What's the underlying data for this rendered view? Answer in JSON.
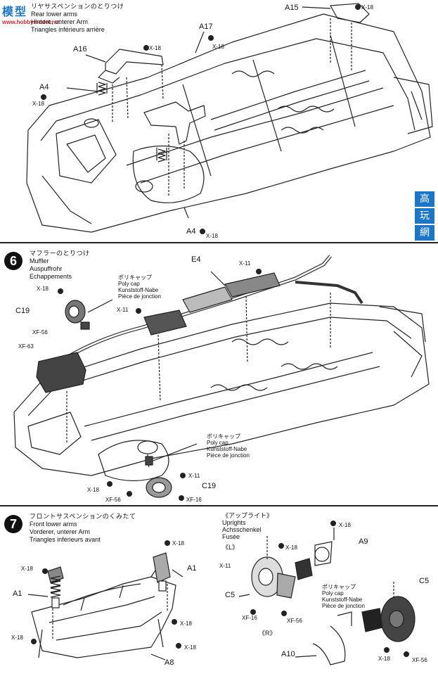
{
  "watermark": {
    "logo_cn": "模型",
    "logo_url": "www.hobbymodel.net",
    "side_chars": [
      "高",
      "玩",
      "網"
    ]
  },
  "step5": {
    "jp": "リヤサスペンションのとりつけ",
    "en": "Rear lower arms",
    "de": "Hintere, unterer Arm",
    "fr": "Triangles inférieurs arrière",
    "labels": {
      "a15": "A15",
      "a17": "A17",
      "a16": "A16",
      "a4_top": "A4",
      "a4_bottom": "A4",
      "x18_a": "X-18",
      "x18_b": "X-18",
      "x18_c": "X-18",
      "x18_d": "X-18",
      "x18_e": "X-18"
    }
  },
  "step6": {
    "number": "6",
    "jp": "マフラーのとりつけ",
    "en": "Muffler",
    "de": "Auspuffrohr",
    "fr": "Echappements",
    "polycap_top": {
      "jp": "ポリキャップ",
      "en": "Poly cap",
      "de": "Kunststoff-Nabe",
      "fr": "Pièce de jonction"
    },
    "polycap_bottom": {
      "jp": "ポリキャップ",
      "en": "Poly cap",
      "de": "Kunststoff-Nabe",
      "fr": "Pièce de jonction"
    },
    "labels": {
      "e4": "E4",
      "c19_top": "C19",
      "c19_bottom": "C19",
      "x18_a": "X-18",
      "x11_a": "X-11",
      "x11_b": "X-11",
      "x11_c": "X-11",
      "xf56_a": "XF-56",
      "xf56_b": "XF-56",
      "xf63": "XF-63",
      "x18_b": "X-18",
      "xf16": "XF-16"
    }
  },
  "step7": {
    "number": "7",
    "jp": "フロントサスペンションのくみたて",
    "en": "Front lower arms",
    "de": "Vorderer, unterer Arm",
    "fr": "Triangles inférieurs avant",
    "uprights": {
      "jp": "《アップライト》",
      "en": "Uprights",
      "de": "Achsschenkel",
      "fr": "Fusée"
    },
    "side_l": "《L》",
    "side_r": "《R》",
    "polycap": {
      "jp": "ポリキャップ",
      "en": "Poly cap",
      "de": "Kunststoff-Nabe",
      "fr": "Pièce de jonction"
    },
    "labels": {
      "a1_left": "A1",
      "a1_right": "A1",
      "a8": "A8",
      "x18_a": "X-18",
      "x18_b": "X-18",
      "x18_c": "X-18",
      "x18_d": "X-18",
      "x18_e": "X-18",
      "x18_f": "X-18",
      "x18_g": "X-18",
      "x18_h": "X-18",
      "a9": "A9",
      "a10": "A10",
      "c5_l": "C5",
      "c5_r": "C5",
      "x11": "X-11",
      "xf16": "XF-16",
      "xf56": "XF-56",
      "xf56_r": "XF-56"
    }
  }
}
